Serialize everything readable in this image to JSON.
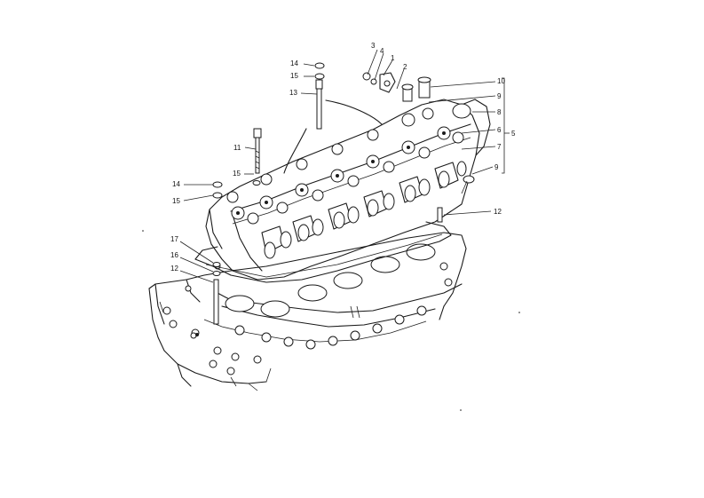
{
  "diagram": {
    "callouts": [
      {
        "id": "c3",
        "text": "3"
      },
      {
        "id": "c4",
        "text": "4"
      },
      {
        "id": "c1",
        "text": "1"
      },
      {
        "id": "c2",
        "text": "2"
      },
      {
        "id": "c14a",
        "text": "14"
      },
      {
        "id": "c15a",
        "text": "15"
      },
      {
        "id": "c13",
        "text": "13"
      },
      {
        "id": "c11",
        "text": "11"
      },
      {
        "id": "c15b",
        "text": "15"
      },
      {
        "id": "c14b",
        "text": "14"
      },
      {
        "id": "c15c",
        "text": "15"
      },
      {
        "id": "c17",
        "text": "17"
      },
      {
        "id": "c16",
        "text": "16"
      },
      {
        "id": "c12a",
        "text": "12"
      },
      {
        "id": "c12b",
        "text": "12"
      },
      {
        "id": "c10",
        "text": "10"
      },
      {
        "id": "c9a",
        "text": "9"
      },
      {
        "id": "c8",
        "text": "8"
      },
      {
        "id": "c6",
        "text": "6"
      },
      {
        "id": "c7",
        "text": "7"
      },
      {
        "id": "c5",
        "text": "5"
      },
      {
        "id": "c9b",
        "text": "9"
      }
    ]
  }
}
